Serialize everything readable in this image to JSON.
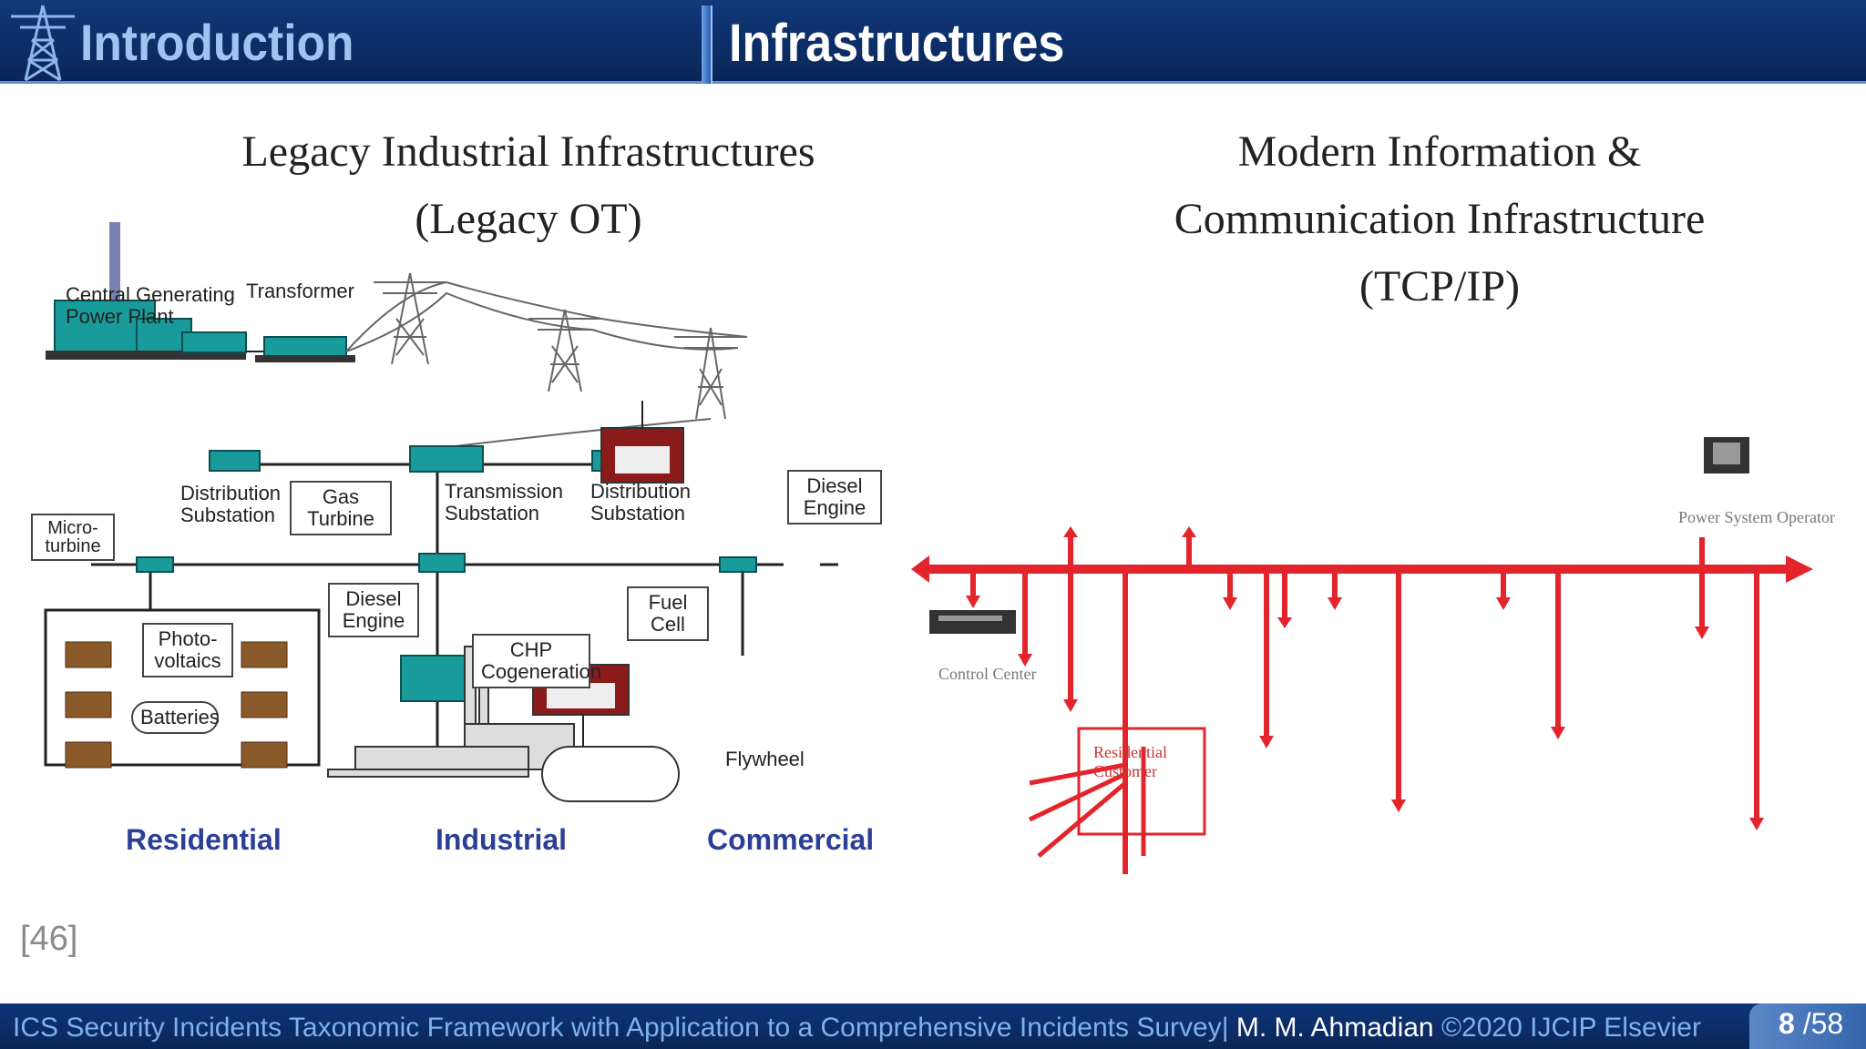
{
  "header": {
    "section": "Introduction",
    "title": "Infrastructures"
  },
  "left_panel": {
    "heading_line1": "Legacy Industrial Infrastructures",
    "heading_line2": "(Legacy  OT)",
    "labels": {
      "central_plant_1": "Central Generating",
      "central_plant_2": "Power Plant",
      "transformer": "Transformer",
      "dist_sub_left_1": "Distribution",
      "dist_sub_left_2": "Substation",
      "gas_turbine_1": "Gas",
      "gas_turbine_2": "Turbine",
      "trans_sub_1": "Transmission",
      "trans_sub_2": "Substation",
      "dist_sub_right_1": "Distribution",
      "dist_sub_right_2": "Substation",
      "diesel_top_1": "Diesel",
      "diesel_top_2": "Engine",
      "micro_1": "Micro-",
      "micro_2": "turbine",
      "photo_1": "Photo-",
      "photo_2": "voltaics",
      "batteries": "Batteries",
      "diesel_mid_1": "Diesel",
      "diesel_mid_2": "Engine",
      "chp_1": "CHP",
      "chp_2": "Cogeneration",
      "fuel_1": "Fuel",
      "fuel_2": "Cell",
      "flywheel": "Flywheel"
    },
    "sectors": {
      "residential": "Residential",
      "industrial": "Industrial",
      "commercial": "Commercial"
    }
  },
  "right_panel": {
    "heading_line1": "Modern Information &",
    "heading_line2": "Communication Infrastructure",
    "heading_line3": "(TCP/IP)",
    "labels": {
      "operator": "Power System Operator",
      "control": "Control Center",
      "residential_1": "Residential",
      "residential_2": "Customer"
    },
    "accent_color": "#e3242b"
  },
  "reference": "[46]",
  "footer": {
    "title": "ICS Security Incidents Taxonomic Framework with Application to a Comprehensive Incidents Survey|",
    "author": " M. M. Ahmadian ",
    "copyright": "©2020 IJCIP Elsevier",
    "page": "8",
    "total": " /58"
  }
}
